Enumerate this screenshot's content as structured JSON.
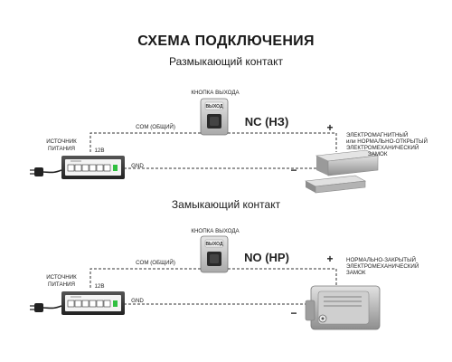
{
  "title": "СХЕМА ПОДКЛЮЧЕНИЯ",
  "sections": [
    {
      "heading": "Размыкающий контакт",
      "button_label": "КНОПКА ВЫХОДА",
      "button_face": "ВЫХОД",
      "contact_mode": "NC (НЗ)",
      "com_label": "COM (ОБЩИЙ)",
      "psu_label_line1": "ИСТОЧНИК",
      "psu_label_line2": "ПИТАНИЯ",
      "voltage": "12В",
      "gnd": "GND",
      "plus": "+",
      "minus": "−",
      "lock_line1": "ЭЛЕКТРОМАГНИТНЫЙ",
      "lock_line2": "или НОРМАЛЬНО-ОТКРЫТЫЙ",
      "lock_line3": "ЭЛЕКТРОМЕХАНИЧЕСКИЙ",
      "lock_line4": "ЗАМОК"
    },
    {
      "heading": "Замыкающий контакт",
      "button_label": "КНОПКА ВЫХОДА",
      "button_face": "ВЫХОД",
      "contact_mode": "NO (НР)",
      "com_label": "COM (ОБЩИЙ)",
      "psu_label_line1": "ИСТОЧНИК",
      "psu_label_line2": "ПИТАНИЯ",
      "voltage": "12В",
      "gnd": "GND",
      "plus": "+",
      "minus": "−",
      "lock_line1": "НОРМАЛЬНО-ЗАКРЫТЫЙ",
      "lock_line2": "ЭЛЕКТРОМЕХАНИЧЕСКИЙ",
      "lock_line3": "ЗАМОК"
    }
  ],
  "icons": {
    "plug": "power-plug-icon",
    "psu": "power-supply-icon",
    "exit_button": "exit-button-icon",
    "magnetic_lock": "electromagnetic-lock-icon",
    "mechanical_lock": "electromechanical-lock-icon"
  },
  "colors": {
    "psu_body": "#3a3a3a",
    "indicator": "#2fbf3f",
    "lock_body": "#b8b8b8"
  }
}
